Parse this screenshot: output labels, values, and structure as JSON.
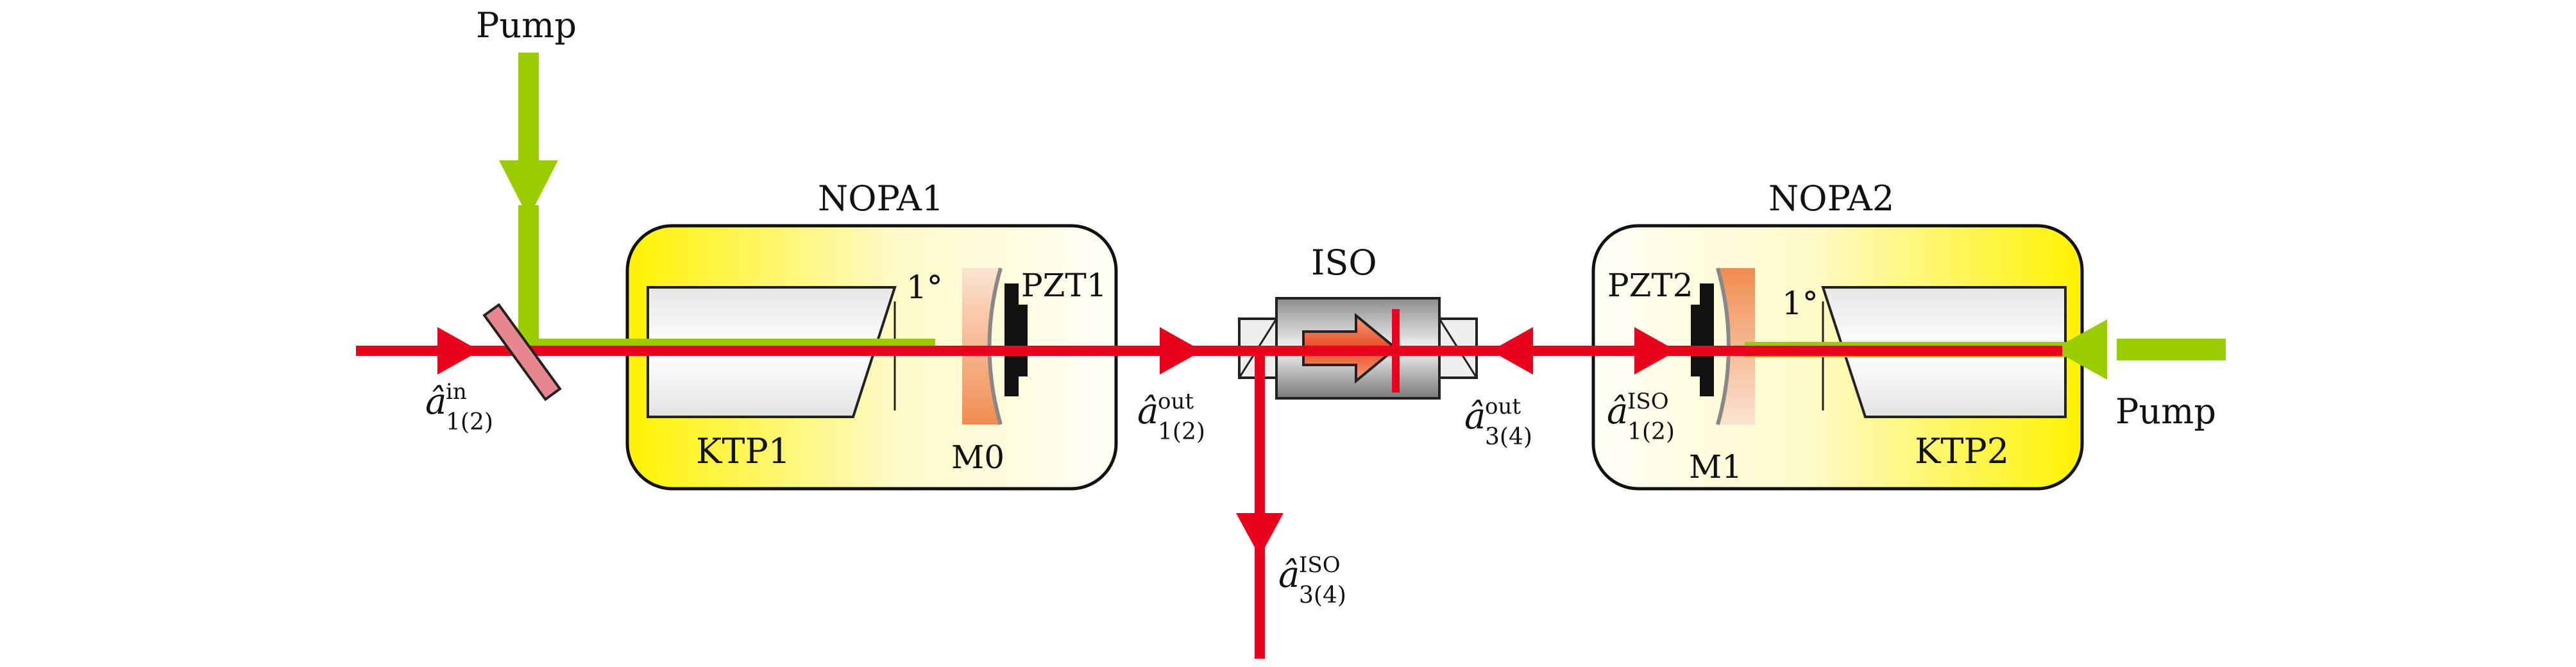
{
  "labels": {
    "pump_top": "Pump",
    "pump_right": "Pump",
    "nopa1": "NOPA1",
    "nopa2": "NOPA2",
    "iso": "ISO",
    "ktp1": "KTP1",
    "ktp2": "KTP2",
    "pzt1": "PZT1",
    "pzt2": "PZT2",
    "m0": "M0",
    "m1": "M1",
    "angle1": "1°",
    "angle2": "1°"
  },
  "modes": {
    "a_in": {
      "base": "â",
      "sup": "in",
      "sub": "1(2)"
    },
    "a_out_12": {
      "base": "â",
      "sup": "out",
      "sub": "1(2)"
    },
    "a_out_34": {
      "base": "â",
      "sup": "out",
      "sub": "3(4)"
    },
    "a_iso_12": {
      "base": "â",
      "sup": "ISO",
      "sub": "1(2)"
    },
    "a_iso_34": {
      "base": "â",
      "sup": "ISO",
      "sub": "3(4)"
    }
  },
  "colors": {
    "signal_beam": "#e8001c",
    "pump_beam": "#9acd00",
    "box_border": "#111111",
    "box_fill_yellow": "#fff200",
    "box_fill_light": "#fffdf0",
    "mirror_orange": "#f39a63",
    "pzt_black": "#111111",
    "splitter_pink": "#e8868f"
  }
}
